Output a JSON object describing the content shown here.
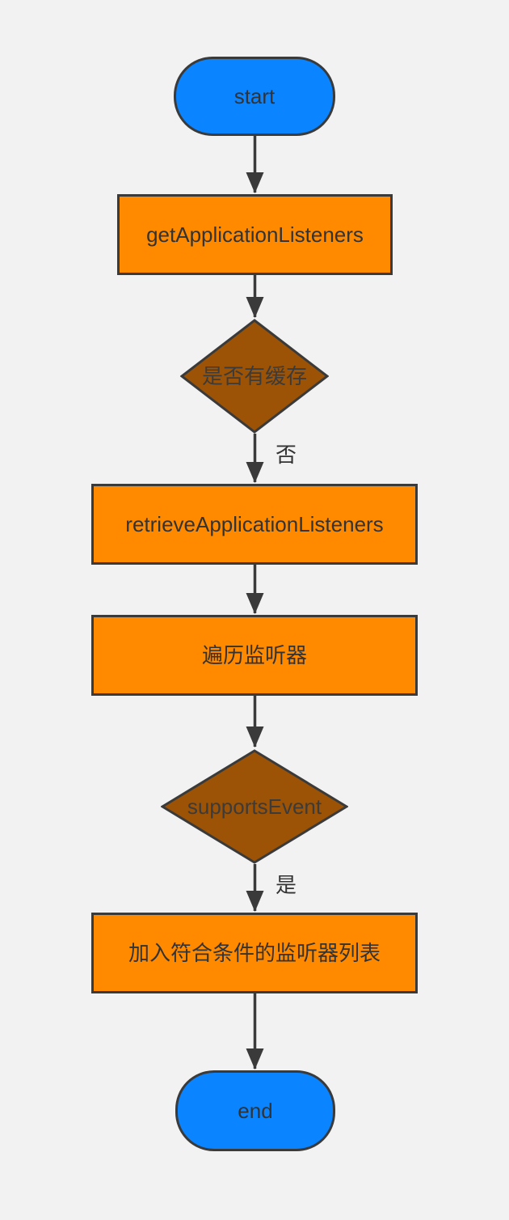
{
  "flowchart": {
    "colors": {
      "canvas_bg": "#F1F2F1",
      "terminator_fill": "#0A84FF",
      "process_fill": "#FF8A00",
      "decision_fill": "#9C5306",
      "stroke": "#3A3A3A",
      "text": "#333333"
    },
    "nodes": [
      {
        "id": "start",
        "type": "terminator",
        "label": "start"
      },
      {
        "id": "getApplicationListeners",
        "type": "process",
        "label": "getApplicationListeners"
      },
      {
        "id": "cache-check",
        "type": "decision",
        "label": "是否有缓存"
      },
      {
        "id": "retrieveApplicationListeners",
        "type": "process",
        "label": "retrieveApplicationListeners"
      },
      {
        "id": "iterate-listeners",
        "type": "process",
        "label": "遍历监听器"
      },
      {
        "id": "supports-event",
        "type": "decision",
        "label": "supportsEvent"
      },
      {
        "id": "add-matching-listeners",
        "type": "process",
        "label": "加入符合条件的监听器列表"
      },
      {
        "id": "end",
        "type": "terminator",
        "label": "end"
      }
    ],
    "edges": [
      {
        "from": "start",
        "to": "getApplicationListeners",
        "label": ""
      },
      {
        "from": "getApplicationListeners",
        "to": "cache-check",
        "label": ""
      },
      {
        "from": "cache-check",
        "to": "retrieveApplicationListeners",
        "label": "否"
      },
      {
        "from": "retrieveApplicationListeners",
        "to": "iterate-listeners",
        "label": ""
      },
      {
        "from": "iterate-listeners",
        "to": "supports-event",
        "label": ""
      },
      {
        "from": "supports-event",
        "to": "add-matching-listeners",
        "label": "是"
      },
      {
        "from": "add-matching-listeners",
        "to": "end",
        "label": ""
      }
    ]
  }
}
